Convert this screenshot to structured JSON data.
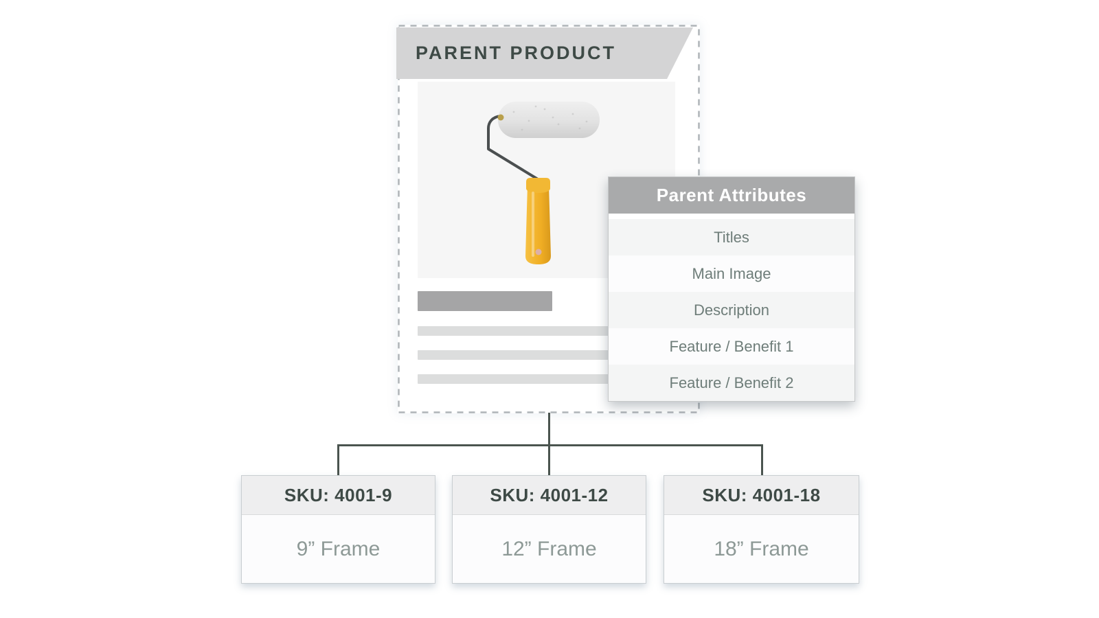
{
  "parent_card": {
    "title": "PARENT PRODUCT",
    "product_image": "paint-roller"
  },
  "attributes_panel": {
    "title": "Parent Attributes",
    "rows": [
      "Titles",
      "Main Image",
      "Description",
      "Feature / Benefit 1",
      "Feature / Benefit 2"
    ]
  },
  "skus": [
    {
      "sku": "SKU: 4001-9",
      "label": "9” Frame"
    },
    {
      "sku": "SKU: 4001-12",
      "label": "12” Frame"
    },
    {
      "sku": "SKU: 4001-18",
      "label": "18” Frame"
    }
  ],
  "colors": {
    "banner_gray": "#d4d4d5",
    "panel_header_gray": "#a9aaab",
    "connector": "#4a544f",
    "heading_text": "#3e4a46",
    "row_text": "#6e7d79",
    "muted_text": "#8d9996",
    "handle_yellow": "#f3b32b",
    "roller_gray": "#e3e3e3"
  }
}
